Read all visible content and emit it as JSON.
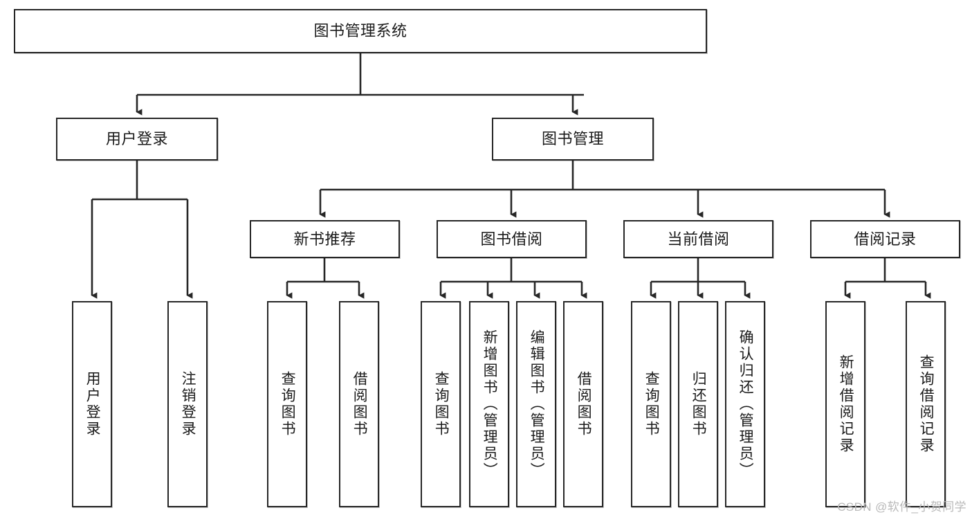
{
  "diagram": {
    "type": "tree-hierarchy",
    "title": "图书管理系统",
    "orientation": "top-down",
    "colors": {
      "box_border": "#262626",
      "box_fill": "#ffffff",
      "connector": "#262626",
      "text": "#1a1a1a",
      "watermark": "#b9b9b9"
    },
    "root": {
      "label": "图书管理系统"
    },
    "level1": [
      {
        "label": "用户登录"
      },
      {
        "label": "图书管理"
      }
    ],
    "level2": [
      {
        "label": "新书推荐"
      },
      {
        "label": "图书借阅"
      },
      {
        "label": "当前借阅"
      },
      {
        "label": "借阅记录"
      }
    ],
    "leaves": {
      "user_login": [
        {
          "label": "用户登录"
        },
        {
          "label": "注销登录"
        }
      ],
      "new_book_recommend": [
        {
          "label": "查询图书"
        },
        {
          "label": "借阅图书"
        }
      ],
      "book_borrow": [
        {
          "label": "查询图书"
        },
        {
          "label": "新增图书（管理员）"
        },
        {
          "label": "编辑图书（管理员）"
        },
        {
          "label": "借阅图书"
        }
      ],
      "current_borrow": [
        {
          "label": "查询图书"
        },
        {
          "label": "归还图书"
        },
        {
          "label": "确认归还（管理员）"
        }
      ],
      "borrow_record": [
        {
          "label": "新增借阅记录"
        },
        {
          "label": "查询借阅记录"
        }
      ]
    }
  },
  "watermark": {
    "text": "CSDN @软件_小贺同学"
  }
}
